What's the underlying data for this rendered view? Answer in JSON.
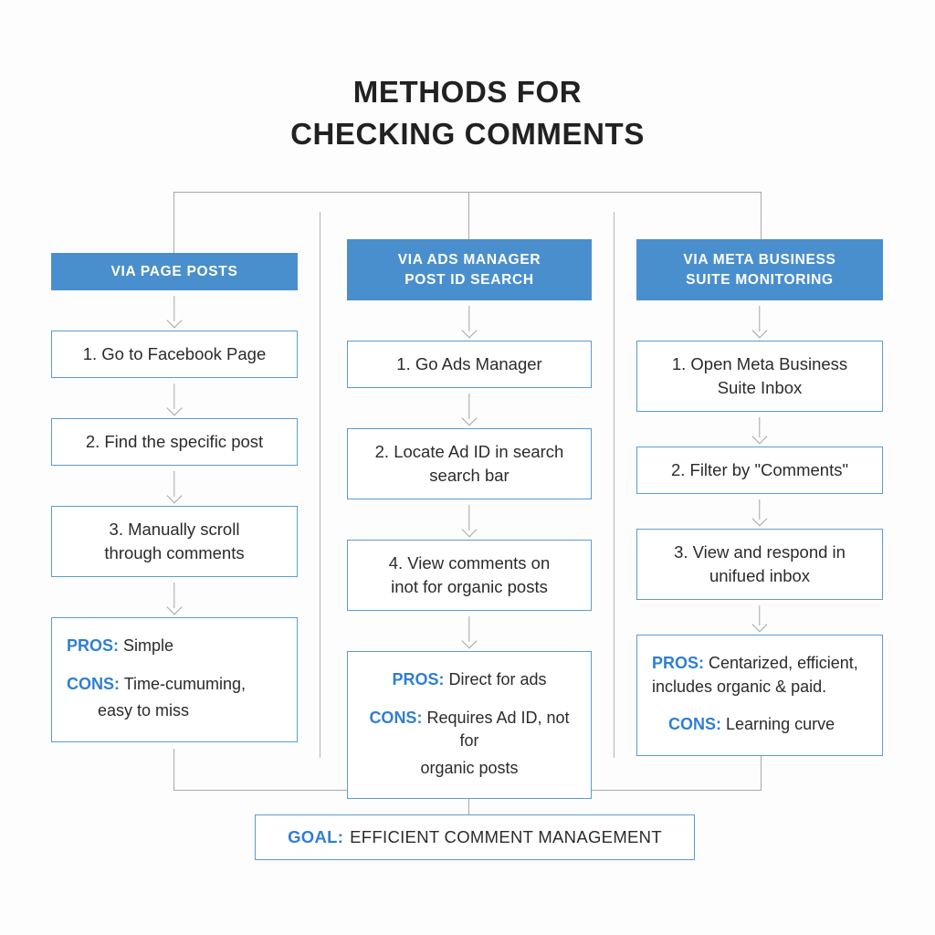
{
  "title": {
    "line1": "METHODS FOR",
    "line2": "CHECKING COMMENTS"
  },
  "colors": {
    "header_blue": "#4a8fcd",
    "border_blue": "#5b9bd5",
    "label_blue": "#2f7fd0",
    "connector_gray": "#a9a9a9",
    "text": "#2b2b2b",
    "background": "#fdfdfd"
  },
  "columns": [
    {
      "header": "VIA PAGE POSTS",
      "steps": [
        {
          "line1": "1. Go to Facebook Page",
          "line2": ""
        },
        {
          "line1": "2. Find the specific post",
          "line2": ""
        },
        {
          "line1": "3. Manually scroll",
          "line2": "through comments"
        }
      ],
      "proscons": {
        "pros_label": "PROS:",
        "pros_text": "Simple",
        "cons_label": "CONS:",
        "cons_text": "Time-cumuming,",
        "cons_text_line2": "easy to miss"
      }
    },
    {
      "header_line1": "VIA ADS MANAGER",
      "header_line2": "POST ID SEARCH",
      "steps": [
        {
          "line1": "1. Go Ads Manager",
          "line2": ""
        },
        {
          "line1": "2. Locate Ad ID in search",
          "line2": "search bar"
        },
        {
          "line1": "4. View comments on",
          "line2": "inot for organic posts"
        }
      ],
      "proscons": {
        "pros_label": "PROS:",
        "pros_text": "Direct for ads",
        "cons_label": "CONS:",
        "cons_text": "Requires Ad ID, not for",
        "cons_text_line2": "organic posts"
      }
    },
    {
      "header_line1": "VIA META BUSINESS",
      "header_line2": "SUITE MONITORING",
      "steps": [
        {
          "line1": "1. Open Meta Business",
          "line2": "Suite Inbox"
        },
        {
          "line1": "2. Filter by \"Comments\"",
          "line2": ""
        },
        {
          "line1": "3. View and respond in",
          "line2": "unifued inbox"
        }
      ],
      "proscons": {
        "pros_label": "PROS:",
        "pros_text": "Centarized, efficient,",
        "pros_text_line2": "includes organic & paid.",
        "cons_label": "CONS:",
        "cons_text": "Learning curve"
      }
    }
  ],
  "goal": {
    "label": "GOAL:",
    "text": "EFFICIENT COMMENT MANAGEMENT"
  }
}
